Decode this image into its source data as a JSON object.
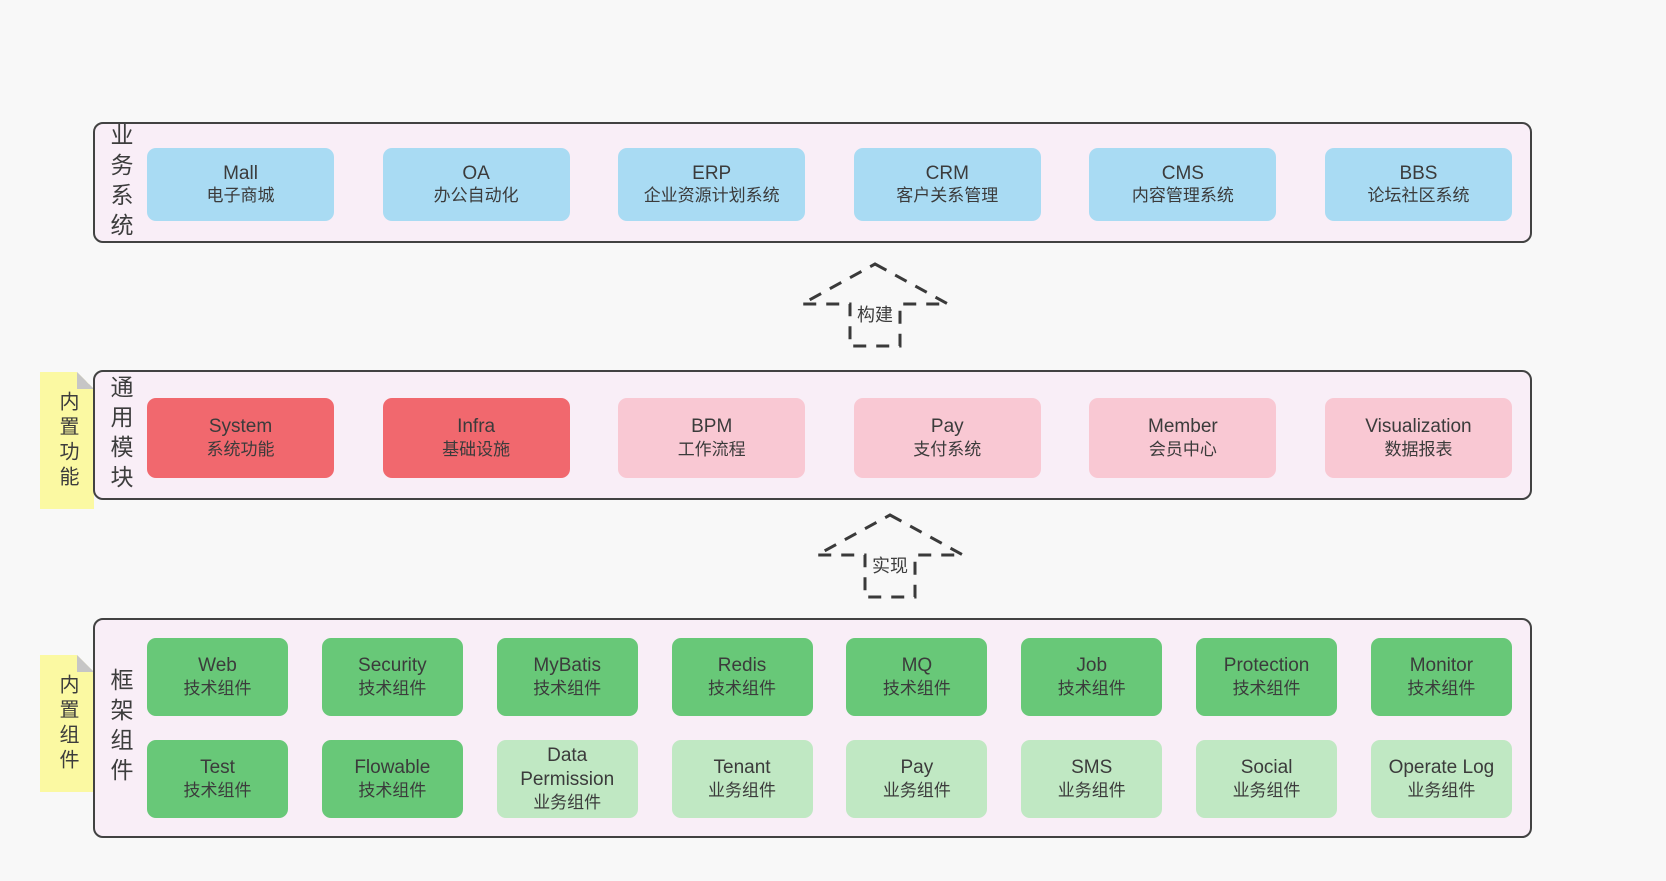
{
  "palette": {
    "page_background": "#f8f8f8",
    "layer_background": "#f9eef7",
    "layer_border": "#424242",
    "business_box": "#a9dbf3",
    "core_module_box": "#f1686e",
    "optional_module_box": "#f9c8d3",
    "tech_component_box": "#68c878",
    "biz_component_box": "#c0e8c3",
    "sticky_note": "#fbf9a2",
    "fold_corner": "#c6c6c6",
    "text": "#3d3d3d"
  },
  "arrows": [
    {
      "label": "构建"
    },
    {
      "label": "实现"
    }
  ],
  "layers": [
    {
      "side_label": "业务系统",
      "boxes": [
        {
          "en": "Mall",
          "zh": "电子商城"
        },
        {
          "en": "OA",
          "zh": "办公自动化"
        },
        {
          "en": "ERP",
          "zh": "企业资源计划系统"
        },
        {
          "en": "CRM",
          "zh": "客户关系管理"
        },
        {
          "en": "CMS",
          "zh": "内容管理系统"
        },
        {
          "en": "BBS",
          "zh": "论坛社区系统"
        }
      ]
    },
    {
      "side_label": "通用模块",
      "note": "内置功能",
      "boxes": [
        {
          "en": "System",
          "zh": "系统功能"
        },
        {
          "en": "Infra",
          "zh": "基础设施"
        },
        {
          "en": "BPM",
          "zh": "工作流程"
        },
        {
          "en": "Pay",
          "zh": "支付系统"
        },
        {
          "en": "Member",
          "zh": "会员中心"
        },
        {
          "en": "Visualization",
          "zh": "数据报表"
        }
      ]
    },
    {
      "side_label": "框架组件",
      "note": "内置组件",
      "rows": [
        {
          "boxes": [
            {
              "en": "Web",
              "zh": "技术组件"
            },
            {
              "en": "Security",
              "zh": "技术组件"
            },
            {
              "en": "MyBatis",
              "zh": "技术组件"
            },
            {
              "en": "Redis",
              "zh": "技术组件"
            },
            {
              "en": "MQ",
              "zh": "技术组件"
            },
            {
              "en": "Job",
              "zh": "技术组件"
            },
            {
              "en": "Protection",
              "zh": "技术组件"
            },
            {
              "en": "Monitor",
              "zh": "技术组件"
            }
          ]
        },
        {
          "boxes": [
            {
              "en": "Test",
              "zh": "技术组件"
            },
            {
              "en": "Flowable",
              "zh": "技术组件"
            },
            {
              "en": "Data Permission",
              "zh": "业务组件"
            },
            {
              "en": "Tenant",
              "zh": "业务组件"
            },
            {
              "en": "Pay",
              "zh": "业务组件"
            },
            {
              "en": "SMS",
              "zh": "业务组件"
            },
            {
              "en": "Social",
              "zh": "业务组件"
            },
            {
              "en": "Operate Log",
              "zh": "业务组件"
            }
          ]
        }
      ]
    }
  ]
}
